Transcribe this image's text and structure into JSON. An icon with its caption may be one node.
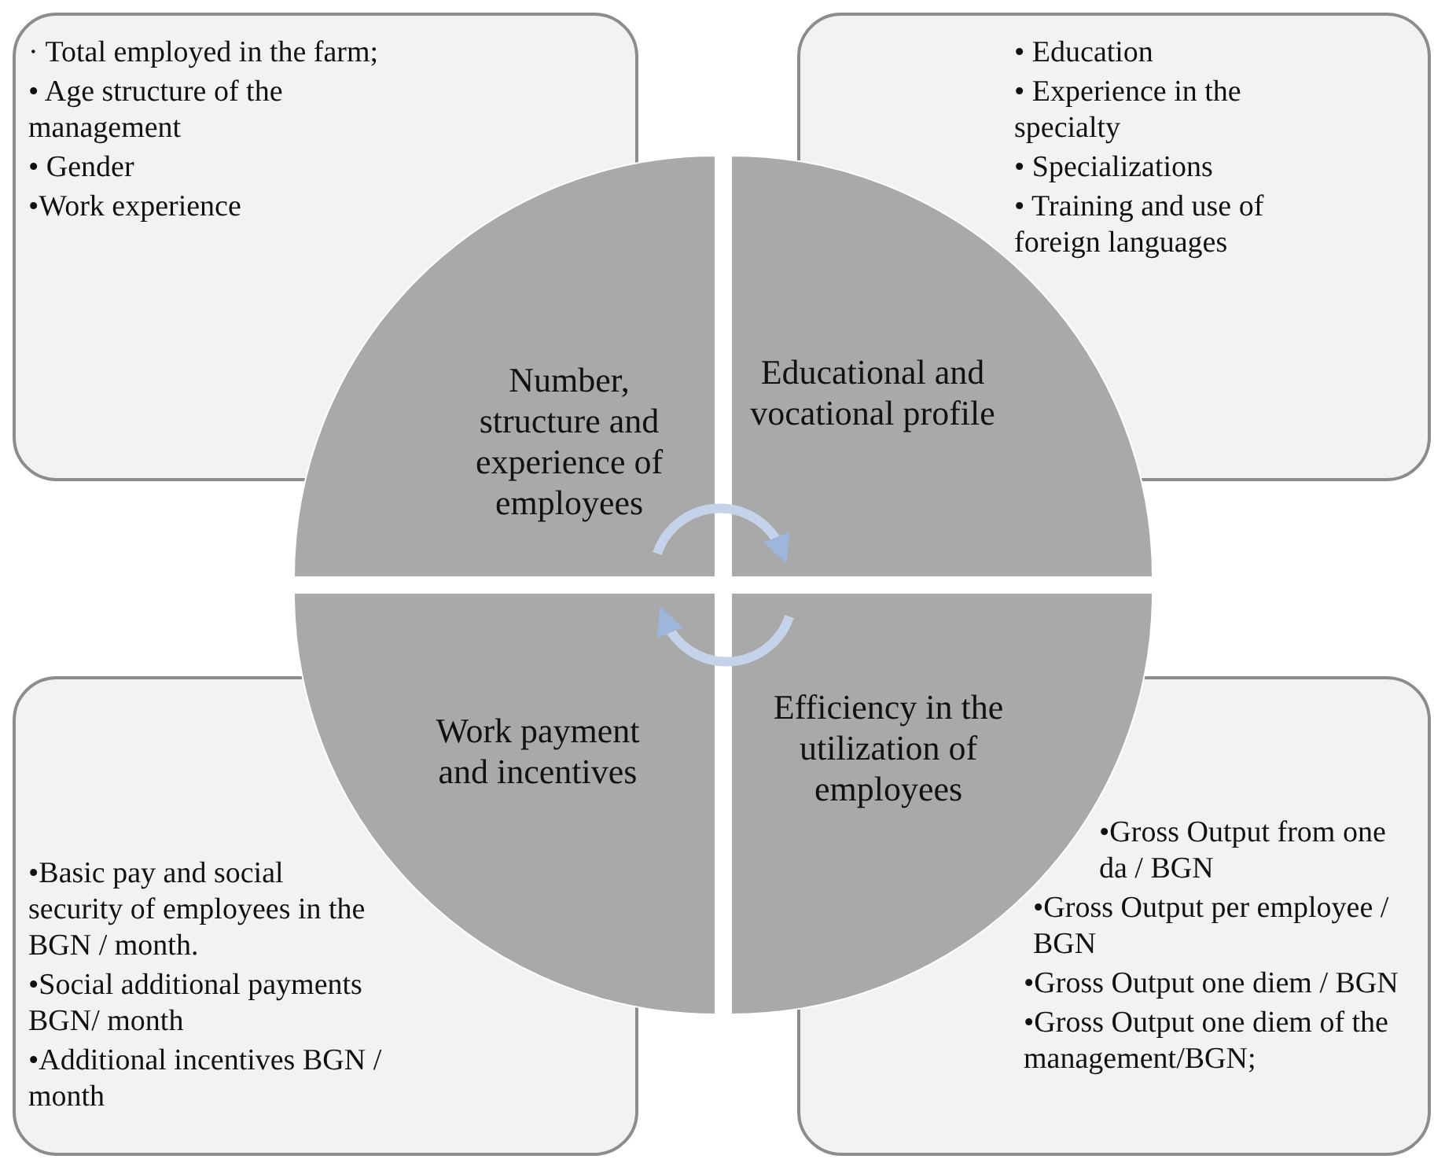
{
  "diagram": {
    "nodes": [
      {
        "text": [
          "· Total employed in the farm;",
          "• Age structure of the management",
          "• Gender",
          "•Work experience"
        ]
      },
      {
        "text": [
          "• Education",
          "• Experience in the specialty",
          "• Specializations",
          "• Training and use of foreign languages"
        ]
      },
      {
        "text": [
          "Number, structure and experience of employees"
        ]
      },
      {
        "text": [
          "Educational and vocational profile"
        ]
      },
      {
        "text": [
          "Work payment and incentives"
        ]
      },
      {
        "text": [
          "Efficiency in the utilization of employees"
        ]
      },
      {
        "text": [
          "•Basic pay and social security of employees in the BGN / month.",
          "•Social additional payments BGN/ month",
          "•Additional incentives BGN / month"
        ]
      },
      {
        "text": [
          "•Gross Output from one da / BGN",
          "•Gross Output per employee / BGN",
          "•Gross Output one diem / BGN",
          "•Gross Output one diem of the management/BGN;"
        ]
      }
    ],
    "edges": [
      {
        "from": 2,
        "to": 3,
        "arrow": "to"
      },
      {
        "from": 5,
        "to": 4,
        "arrow": "to"
      }
    ]
  }
}
